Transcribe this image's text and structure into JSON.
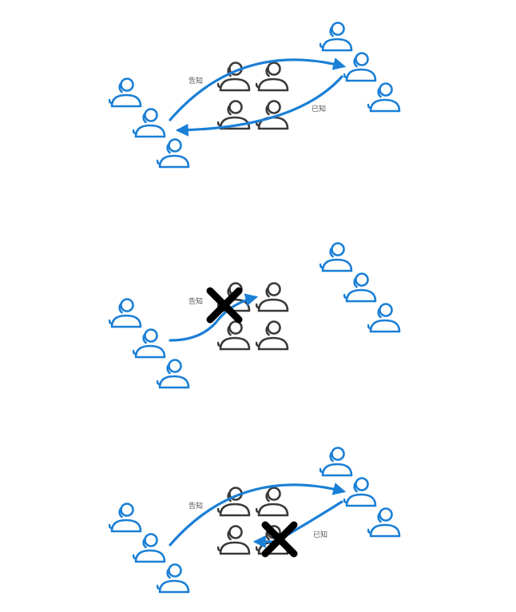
{
  "colors": {
    "sender": "#1a7fd6",
    "receiver": "#1a7fd6",
    "intermediary": "#3a3a3a",
    "arrow": "#1a7fd6",
    "block": "#000000",
    "background": "#ffffff"
  },
  "icons": {
    "person": "person-icon",
    "block": "cross-mark-icon"
  },
  "scenarios": [
    {
      "name": "both-directions-succeed",
      "notify_label": "告知",
      "known_label": "已知",
      "notify_blocked": false,
      "known_blocked": false
    },
    {
      "name": "notify-blocked",
      "notify_label": "告知",
      "known_label": "",
      "notify_blocked": true,
      "known_blocked": false
    },
    {
      "name": "acknowledgement-blocked",
      "notify_label": "告知",
      "known_label": "已知",
      "notify_blocked": false,
      "known_blocked": true
    }
  ]
}
